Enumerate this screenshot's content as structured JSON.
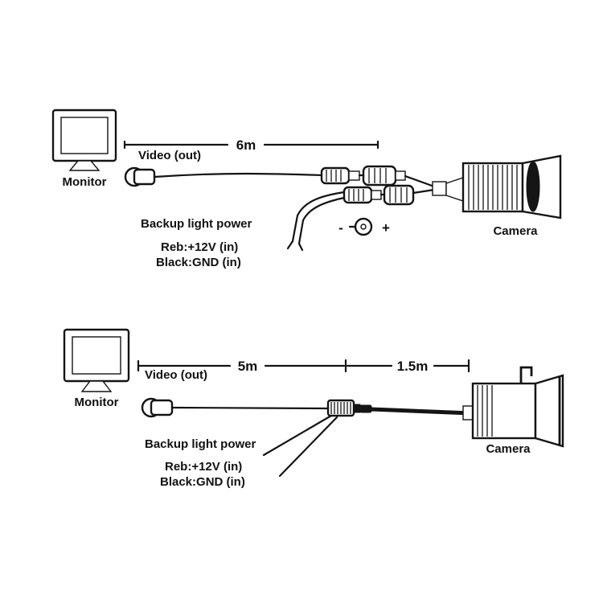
{
  "diagram1": {
    "monitor_label": "Monitor",
    "video_out_label": "Video (out)",
    "cable_length": "6m",
    "camera_label": "Camera",
    "backup_power_label": "Backup light power",
    "red_wire_label": "Reb:+12V (in)",
    "black_wire_label": "Black:GND (in)",
    "polarity_minus": "-",
    "polarity_plus": "+"
  },
  "diagram2": {
    "monitor_label": "Monitor",
    "video_out_label": "Video (out)",
    "cable_length_main": "5m",
    "cable_length_tail": "1.5m",
    "camera_label": "Camera",
    "backup_power_label": "Backup light power",
    "red_wire_label": "Reb:+12V (in)",
    "black_wire_label": "Black:GND (in)"
  }
}
